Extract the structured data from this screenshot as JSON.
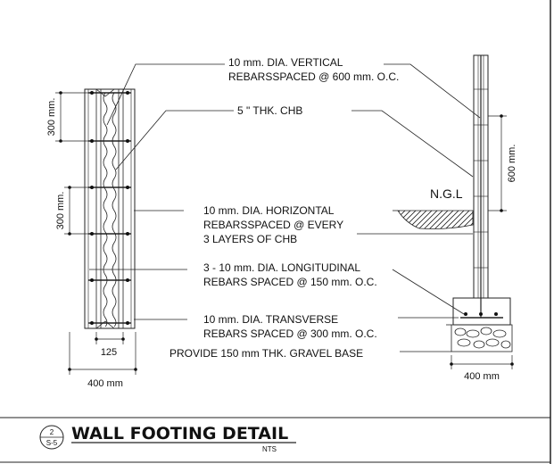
{
  "notes": {
    "vertical_line1": "10 mm. DIA. VERTICAL",
    "vertical_line2": "REBARSSPACED @ 600 mm. O.C.",
    "chb": "5 \" THK. CHB",
    "horizontal_line1": "10 mm. DIA. HORIZONTAL",
    "horizontal_line2": "REBARSSPACED @ EVERY",
    "horizontal_line3": "3 LAYERS OF CHB",
    "longitudinal_line1": "3 - 10 mm. DIA. LONGITUDINAL",
    "longitudinal_line2": "REBARS SPACED @ 150 mm. O.C.",
    "transverse_line1": "10 mm. DIA. TRANSVERSE",
    "transverse_line2": "REBARS SPACED @ 300 mm. O.C.",
    "gravel": "PROVIDE 150 mm THK. GRAVEL BASE"
  },
  "dimensions": {
    "dim_300_top": "300 mm.",
    "dim_300_mid": "300 mm.",
    "dim_125": "125",
    "dim_400_left": "400 mm",
    "dim_600": "600 mm.",
    "dim_400_right": "400 mm",
    "ngl": "N.G.L"
  },
  "title_block": {
    "detail_number": "2",
    "sheet_number": "S-5",
    "title": "WALL FOOTING DETAIL",
    "scale": "NTS"
  }
}
